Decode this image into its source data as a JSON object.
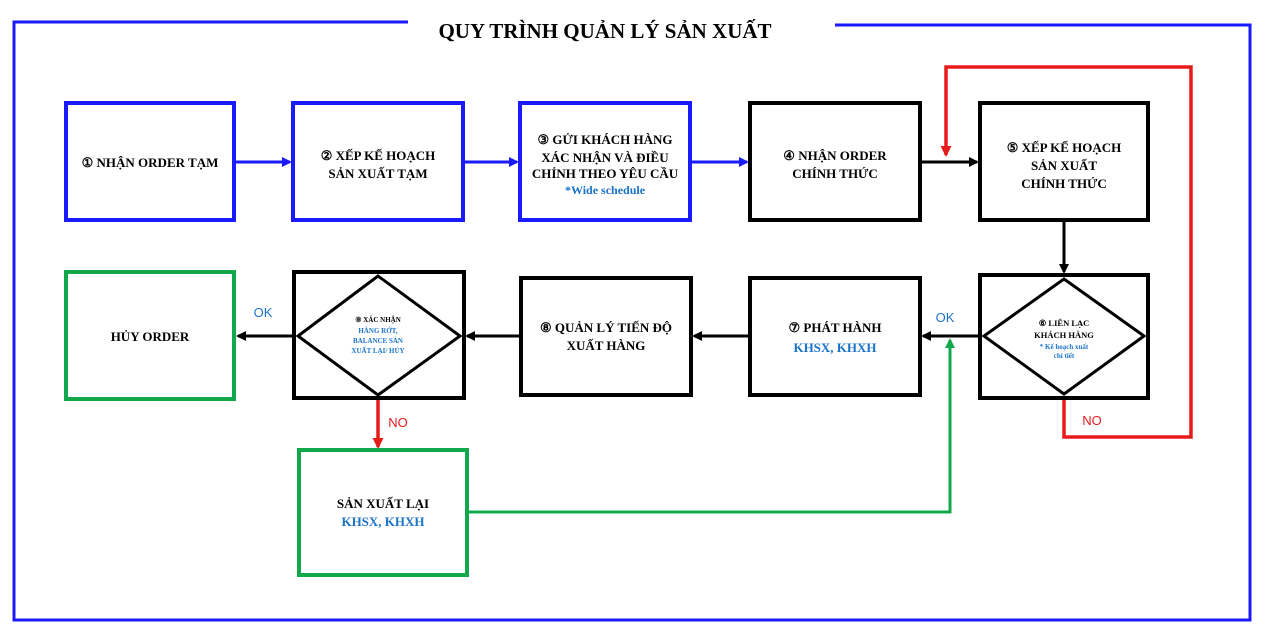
{
  "title": "QUY TRÌNH QUẢN LÝ SẢN XUẤT",
  "steps": {
    "s1": {
      "line1": "① NHẬN ORDER TẠM"
    },
    "s2": {
      "line1": "②  XẾP KẾ HOẠCH",
      "line2": "SẢN XUẤT TẠM"
    },
    "s3": {
      "line1": "③ GỬI KHÁCH HÀNG",
      "line2": "XÁC NHẬN VÀ ĐIỀU",
      "line3": "CHỈNH THEO YÊU CẦU",
      "note": "*Wide schedule"
    },
    "s4": {
      "line1": "④ NHẬN ORDER",
      "line2": "CHÍNH THỨC"
    },
    "s5": {
      "line1": "⑤ XẾP KẾ HOẠCH",
      "line2": "SẢN XUẤT",
      "line3": "CHÍNH THỨC"
    },
    "s6": {
      "line1": "⑥ LIÊN LẠC",
      "line2": "KHÁCH HÀNG",
      "note1": "* Kế hoạch xuất",
      "note2": "chi tiết"
    },
    "s7": {
      "line1": "⑦ PHÁT HÀNH",
      "line2": "KHSX, KHXH"
    },
    "s8": {
      "line1": "⑧ QUẢN LÝ TIẾN ĐỘ",
      "line2": "XUẤT HÀNG"
    },
    "s9": {
      "line1": "⑨ XÁC NHẬN",
      "line2": "HÀNG RỚT,",
      "line3": "BALANCE SẢN",
      "line4": "XUẤT LẠI/ HỦY"
    },
    "cancel": {
      "line1": "HỦY ORDER"
    },
    "redo": {
      "line1": "SẢN XUẤT LẠI",
      "line2": "KHSX, KHXH"
    }
  },
  "labels": {
    "ok_left": "OK",
    "ok_right": "OK",
    "no_left": "NO",
    "no_right": "NO"
  },
  "colors": {
    "frame": "#1a1aff",
    "blue_flow": "#1a1aff",
    "red_flow": "#e81b1b",
    "green_flow": "#11a84b",
    "note_text": "#1b73c9"
  }
}
